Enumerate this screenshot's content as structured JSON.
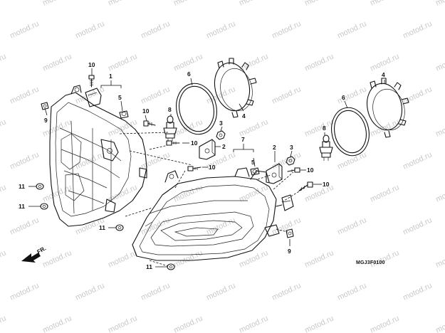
{
  "watermark_text": "motod.ru",
  "watermark_color": "#c9c9c9",
  "figure_code": "MGJ3F0100",
  "fr_label": "FR.",
  "callouts": [
    {
      "id": "c10a",
      "text": "10"
    },
    {
      "id": "c1",
      "text": "1"
    },
    {
      "id": "c5a",
      "text": "5"
    },
    {
      "id": "c9a",
      "text": "9"
    },
    {
      "id": "c6a",
      "text": "6"
    },
    {
      "id": "c4a",
      "text": "4"
    },
    {
      "id": "c10b",
      "text": "10"
    },
    {
      "id": "c8a",
      "text": "8"
    },
    {
      "id": "c3a",
      "text": "3"
    },
    {
      "id": "c10c",
      "text": "10"
    },
    {
      "id": "c2a",
      "text": "2"
    },
    {
      "id": "c7",
      "text": "7"
    },
    {
      "id": "c10d",
      "text": "10"
    },
    {
      "id": "c5b",
      "text": "5"
    },
    {
      "id": "c2b",
      "text": "2"
    },
    {
      "id": "c3b",
      "text": "3"
    },
    {
      "id": "c6b",
      "text": "6"
    },
    {
      "id": "c4b",
      "text": "4"
    },
    {
      "id": "c8b",
      "text": "8"
    },
    {
      "id": "c10e",
      "text": "10"
    },
    {
      "id": "c10f",
      "text": "10"
    },
    {
      "id": "c11a",
      "text": "11"
    },
    {
      "id": "c11b",
      "text": "11"
    },
    {
      "id": "c11c",
      "text": "11"
    },
    {
      "id": "c11d",
      "text": "11"
    },
    {
      "id": "c9b",
      "text": "9"
    }
  ]
}
